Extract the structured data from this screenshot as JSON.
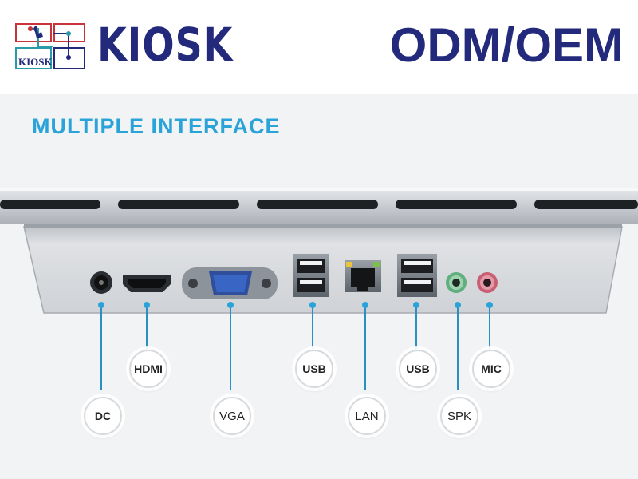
{
  "header": {
    "logo_text": "KIOSK",
    "brand": "KIOSK",
    "service": "ODM/OEM"
  },
  "headline": "MULTIPLE INTERFACE",
  "ports": [
    {
      "id": "dc",
      "label": "DC"
    },
    {
      "id": "hdmi",
      "label": "HDMI"
    },
    {
      "id": "vga",
      "label": "VGA"
    },
    {
      "id": "usb-1",
      "label": "USB"
    },
    {
      "id": "lan",
      "label": "LAN"
    },
    {
      "id": "usb-2",
      "label": "USB"
    },
    {
      "id": "spk",
      "label": "SPK"
    },
    {
      "id": "mic",
      "label": "MIC"
    }
  ],
  "colors": {
    "brand_navy": "#232a7c",
    "headline_blue": "#2aa3d8",
    "leader_blue": "#2a8fc4",
    "logo_red": "#c8343a",
    "logo_teal": "#2b9aa8"
  }
}
